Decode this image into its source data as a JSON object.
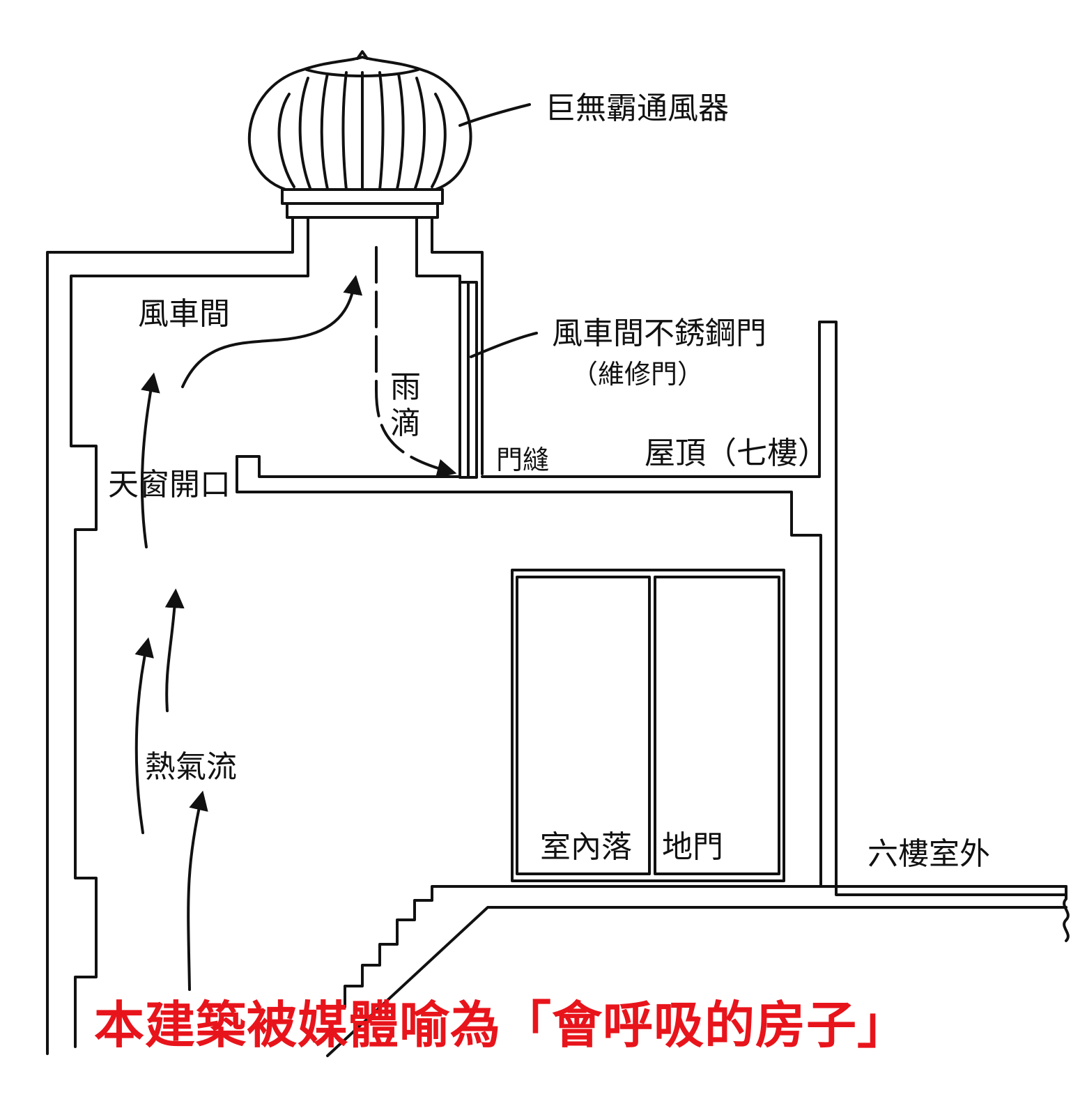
{
  "labels": {
    "ventilator": "巨無霸通風器",
    "fan_room": "風車間",
    "door": "風車間不銹鋼門",
    "door_note": "（維修門）",
    "rain": "雨滴",
    "door_gap": "門縫",
    "roof": "屋頂（七樓）",
    "skylight": "天窗開口",
    "hot_air": "熱氣流",
    "window_left": "室內落",
    "window_right": "地門",
    "outside": "六樓室外"
  },
  "caption": "本建築被媒體喻為「會呼吸的房子」",
  "colors": {
    "caption": "#e8141b",
    "line": "#111111"
  }
}
